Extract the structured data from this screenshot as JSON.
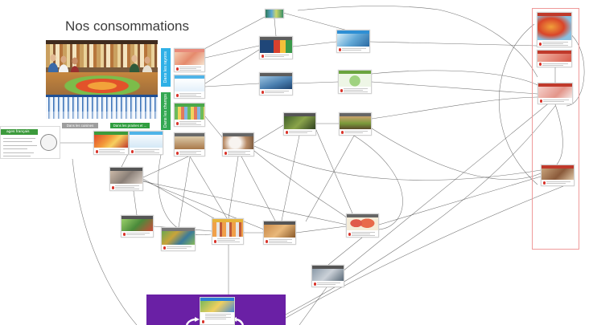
{
  "page": {
    "title": "Nos consommations"
  },
  "sections": {
    "rayons_tab": "Dans les rayons",
    "champs_tab": "Dans les champs",
    "cuisines_label": "Dans les cuisines",
    "prairies_label": "Dans les prairies et ..."
  },
  "left_panel": {
    "header": "ages français"
  },
  "colors": {
    "rayons": "#2fb0e6",
    "champs": "#33a852",
    "cuisines": "#9e9e9e",
    "prairies": "#2f9e3f",
    "panel_header": "#3c9a3c",
    "purple_zone": "#6a20a5",
    "highlight_border": "#ef9a9a",
    "badge": "#d9342b"
  }
}
